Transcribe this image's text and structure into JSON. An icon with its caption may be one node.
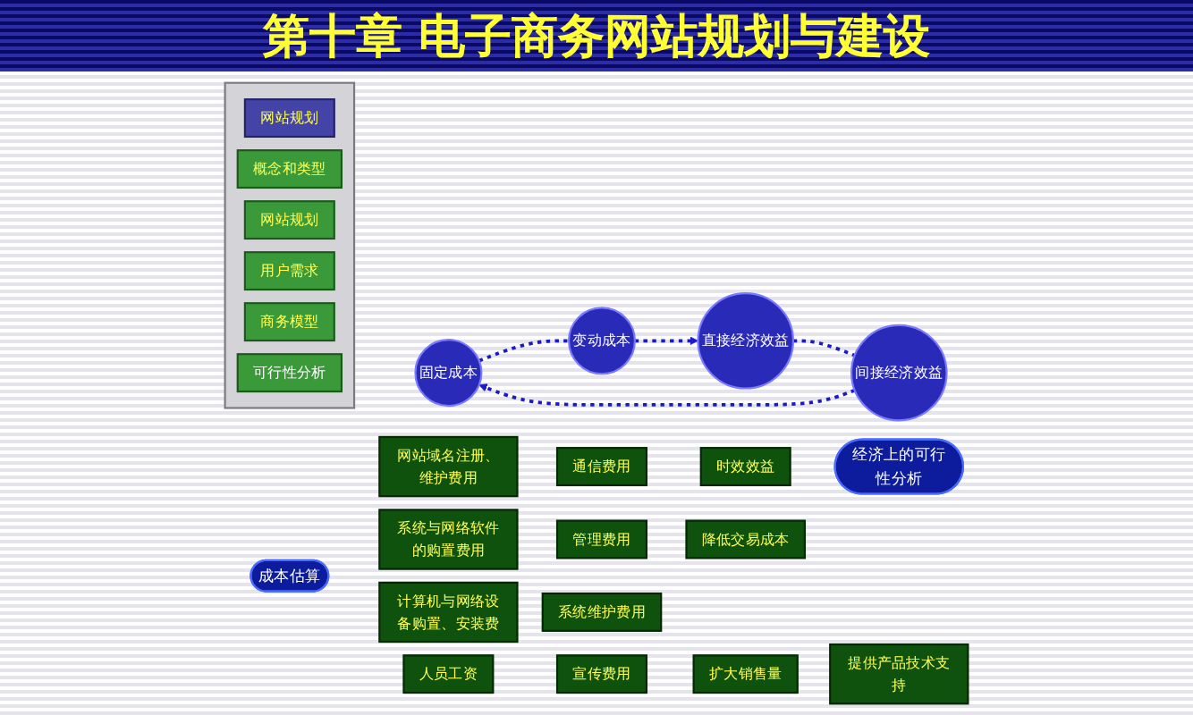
{
  "diagram": {
    "title": "第十章 电子商务网站规划与建设",
    "nodes": [
      {
        "text": [],
        "shape": "box"
      },
      {
        "text": [
          "网站规划"
        ],
        "in": 0
      },
      {
        "text": [
          "概念和类型"
        ],
        "in": 0
      },
      {
        "text": [
          "网站规划"
        ],
        "in": 0
      },
      {
        "text": [
          "用户需求"
        ],
        "in": 0
      },
      {
        "text": [
          "商务模型"
        ],
        "in": 0
      },
      {
        "text": [
          "可行性分析"
        ],
        "in": 0
      },
      {
        "text": [
          "经济上的可行性分析"
        ]
      },
      {
        "text": [
          "成本估算"
        ]
      },
      {
        "text": [
          "通信费用"
        ]
      },
      {
        "text": [
          "宣传费用"
        ]
      },
      {
        "text": [
          "网站域名注册、维护费用"
        ]
      },
      {
        "text": [
          "变动成本"
        ]
      },
      {
        "text": [
          "管理费用"
        ]
      },
      {
        "text": [
          "系统维护费用"
        ]
      },
      {
        "text": [
          "人员工资"
        ]
      },
      {
        "text": [
          "固定成本"
        ]
      },
      {
        "text": [
          "系统与网络软件的购置费用"
        ]
      },
      {
        "text": [
          "扩大销售量"
        ]
      },
      {
        "text": [
          "计算机与网络设备购置、安装费"
        ]
      },
      {
        "text": [
          "时效效益"
        ]
      },
      {
        "text": [
          "直接经济效益"
        ]
      },
      {
        "text": [
          "提供产品技术支持"
        ]
      },
      {
        "text": [
          "降低交易成本"
        ]
      },
      {
        "text": [
          "间接经济效益"
        ]
      }
    ],
    "edges": [
      {
        "from": 16,
        "to": 12,
        "arrow": "none",
        "style": "dashed"
      },
      {
        "from": 12,
        "to": 21,
        "arrow": "to",
        "style": "dashed"
      },
      {
        "from": 21,
        "to": 24,
        "arrow": "none",
        "style": "dashed"
      },
      {
        "from": 24,
        "to": 16,
        "arrow": "to",
        "style": "dashed"
      }
    ]
  }
}
